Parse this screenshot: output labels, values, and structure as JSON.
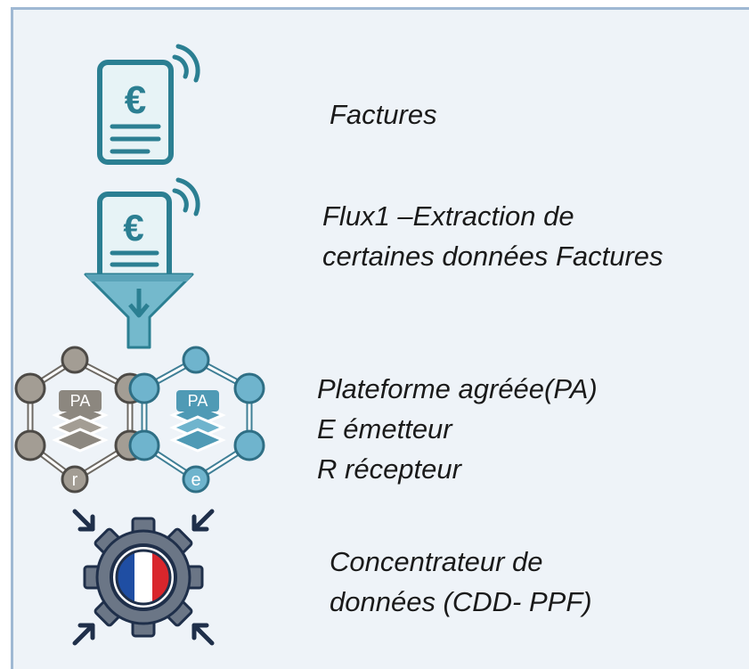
{
  "colors": {
    "background": "#eef3f8",
    "frame_border": "#9fb8d3",
    "invoice_teal": "#2b7f92",
    "invoice_fill": "#e7f3f6",
    "funnel_fill": "#74b9cc",
    "platform_gray": "#a39d94",
    "platform_blue": "#6fb4cd",
    "gear": "#6b7686",
    "arrow": "#1f2f4a",
    "flag_blue": "#1f4ea3",
    "flag_red": "#d9262c"
  },
  "rows": [
    {
      "icon": "invoice-wifi-icon",
      "lines": [
        "Factures"
      ]
    },
    {
      "icon": "invoice-funnel-icon",
      "lines": [
        "Flux1 –Extraction de",
        "certaines données Factures"
      ]
    },
    {
      "icon": "platform-network-icon",
      "badge_pa": "PA",
      "node_r": "r",
      "node_e": "e",
      "lines": [
        "Plateforme agréée(PA)",
        "E émetteur",
        "R récepteur"
      ]
    },
    {
      "icon": "gear-france-icon",
      "lines": [
        "Concentrateur de",
        "données (CDD- PPF)"
      ]
    }
  ]
}
